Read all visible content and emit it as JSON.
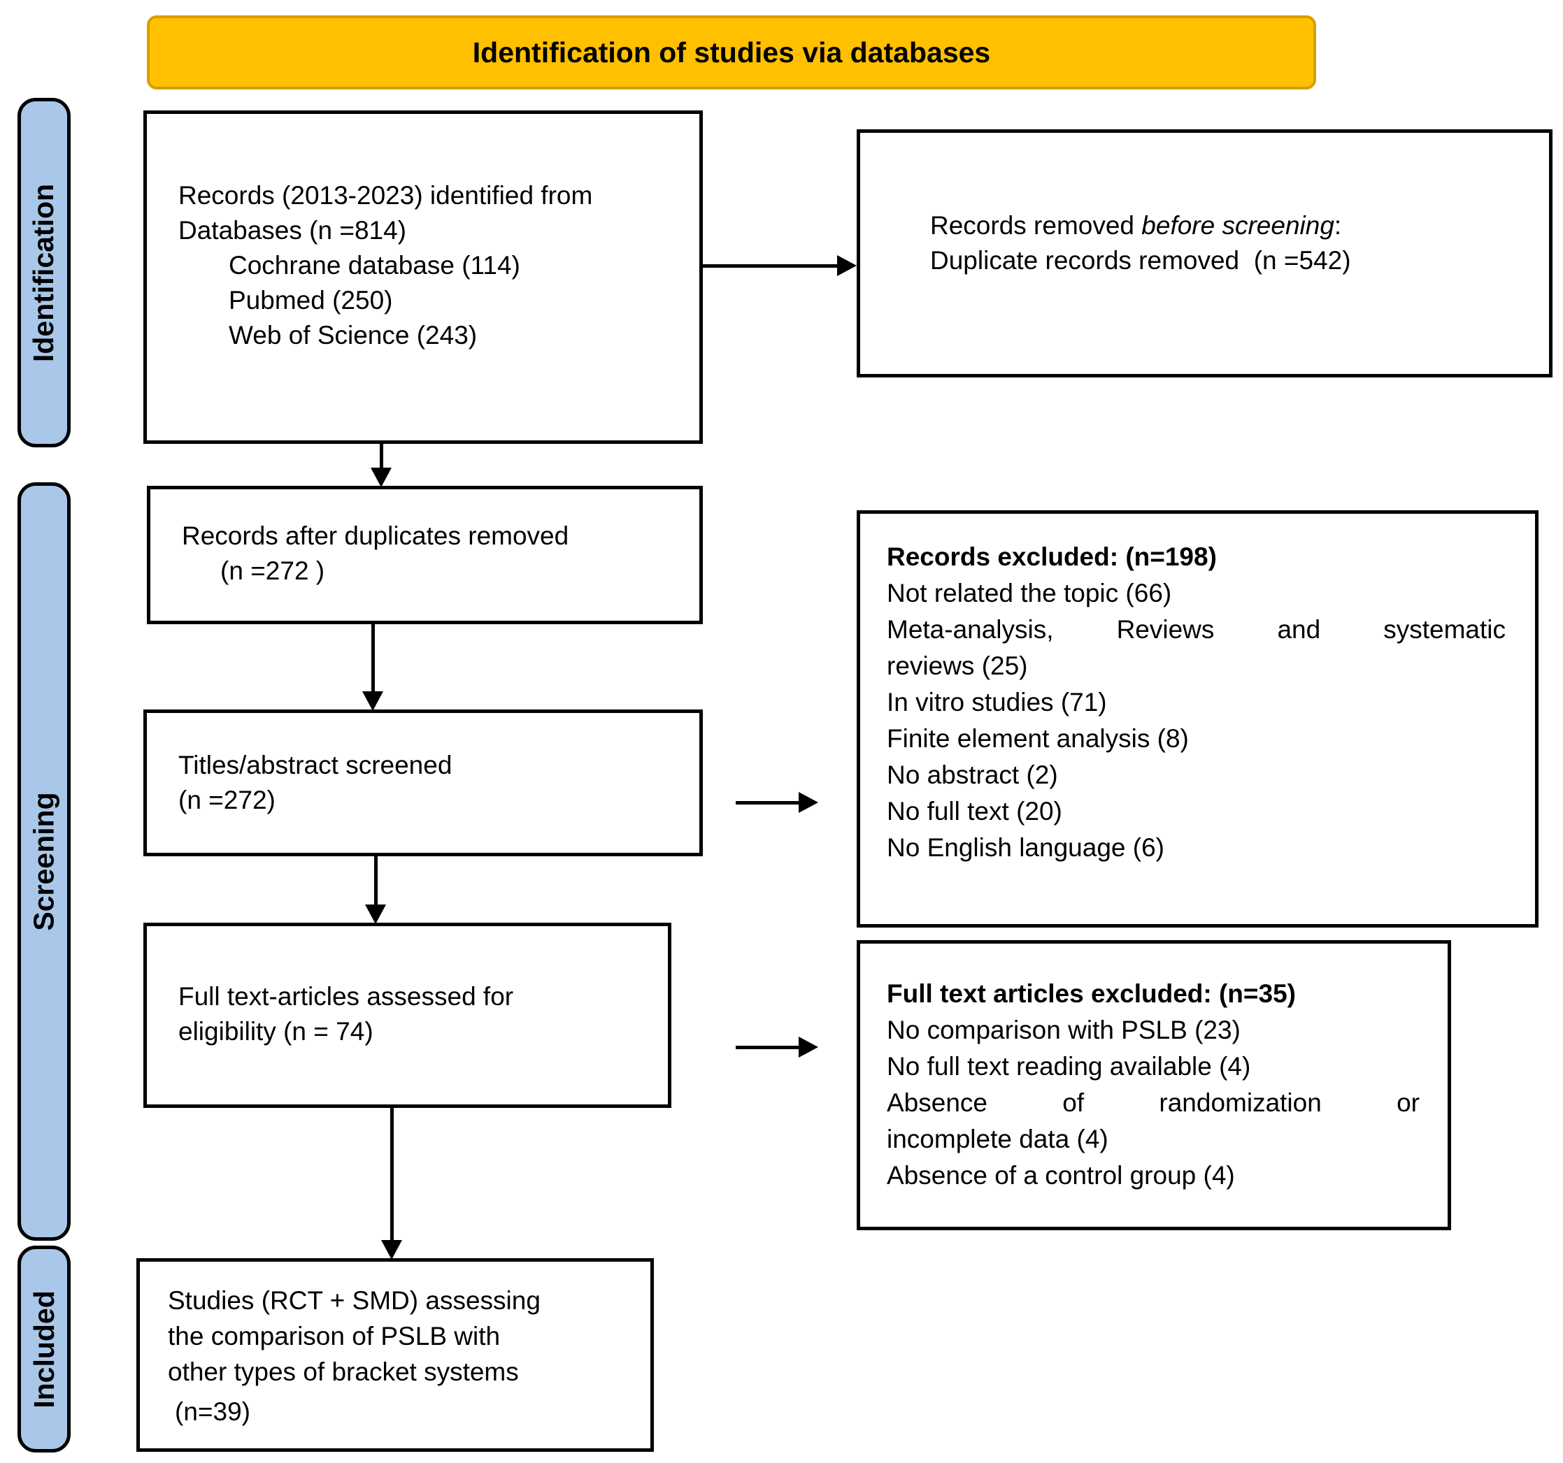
{
  "banner": {
    "title": "Identification of studies via databases"
  },
  "sidebar": {
    "identification": "Identification",
    "screening": "Screening",
    "included": "Included"
  },
  "boxes": {
    "records_identified": {
      "lines": [
        "Records (2013-2023) identified from",
        "Databases (n =814)",
        "Cochrane database (114)",
        "Pubmed (250)",
        "Web of Science (243)"
      ]
    },
    "records_removed": {
      "line1_prefix": "Records removed ",
      "line1_italic": "before screening",
      "line1_suffix": ":",
      "line2": "Duplicate records removed  (n =542)"
    },
    "records_after_duplicates": {
      "lines": [
        "Records after duplicates removed",
        "(n =272 )"
      ]
    },
    "titles_screened": {
      "lines": [
        "Titles/abstract screened",
        "(n =272)"
      ]
    },
    "records_excluded": {
      "heading": "Records excluded: (n=198)",
      "lines": [
        "Not related the topic (66)",
        "Meta-analysis, Reviews and systematic",
        "reviews (25)",
        "In vitro studies (71)",
        "Finite element analysis (8)",
        "No abstract (2)",
        "No full text (20)",
        "No English language (6)"
      ]
    },
    "full_text_assessed": {
      "lines": [
        "Full text-articles assessed for",
        "eligibility (n = 74)"
      ]
    },
    "full_text_excluded": {
      "heading": "Full text articles excluded: (n=35)",
      "lines": [
        "No comparison with PSLB (23)",
        "No full text reading available (4)",
        "Absence of randomization or",
        "incomplete data (4)",
        "Absence of a control group (4)"
      ]
    },
    "studies_included": {
      "lines": [
        "Studies (RCT + SMD) assessing",
        "the comparison of PSLB with",
        "other types of bracket systems",
        "(n=39)"
      ]
    }
  },
  "colors": {
    "banner_fill": "#FFC000",
    "banner_border": "#D79E00",
    "sidebar_fill": "#A9C7E9",
    "box_border": "#000000"
  }
}
